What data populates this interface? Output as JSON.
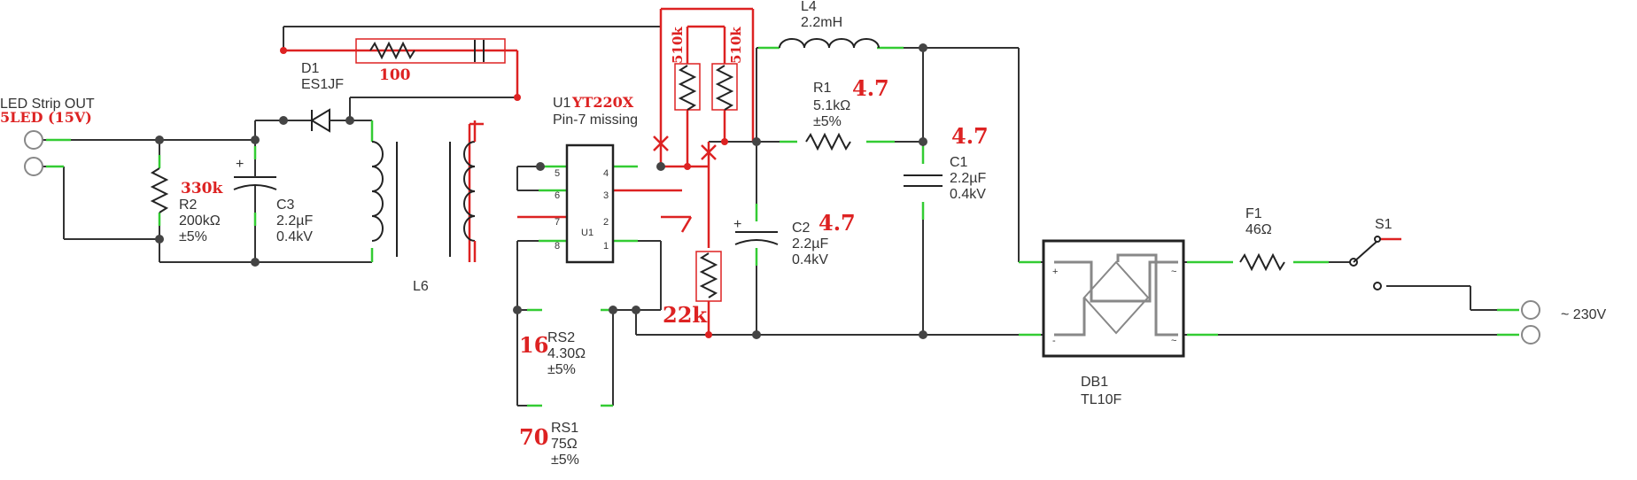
{
  "labels": {
    "led_strip_out": "LED Strip OUT",
    "led_count": "5LED (15V)",
    "d1_name": "D1",
    "d1_part": "ES1JF",
    "r_snub_val": "100",
    "r2_name": "R2",
    "r2_val": "200kΩ",
    "r2_tol": "±5%",
    "r2_meas": "330k",
    "c3_name": "C3",
    "c3_val": "2.2µF",
    "c3_volt": "0.4kV",
    "l6_name": "L6",
    "u1_name": "U1",
    "u1_part": "YT220X",
    "u1_note": "Pin-7 missing",
    "u1_chip": "U1",
    "r510a": "510k",
    "r510b": "510k",
    "l4_name": "L4",
    "l4_val": "2.2mH",
    "r1_name": "R1",
    "r1_val": "5.1kΩ",
    "r1_tol": "±5%",
    "r1_meas": "4.7",
    "c1_name": "C1",
    "c1_val": "2.2µF",
    "c1_volt": "0.4kV",
    "c1_meas": "4.7",
    "c2_name": "C2",
    "c2_val": "2.2µF",
    "c2_volt": "0.4kV",
    "c2_meas": "4.7",
    "r22k": "22k",
    "rs2_name": "RS2",
    "rs2_val": "4.30Ω",
    "rs2_tol": "±5%",
    "rs2_meas": "16",
    "rs1_name": "RS1",
    "rs1_val": "75Ω",
    "rs1_tol": "±5%",
    "rs1_meas": "70",
    "db1_name": "DB1",
    "db1_part": "TL10F",
    "f1_name": "F1",
    "f1_val": "46Ω",
    "s1_name": "S1",
    "mains": "~ 230V"
  }
}
